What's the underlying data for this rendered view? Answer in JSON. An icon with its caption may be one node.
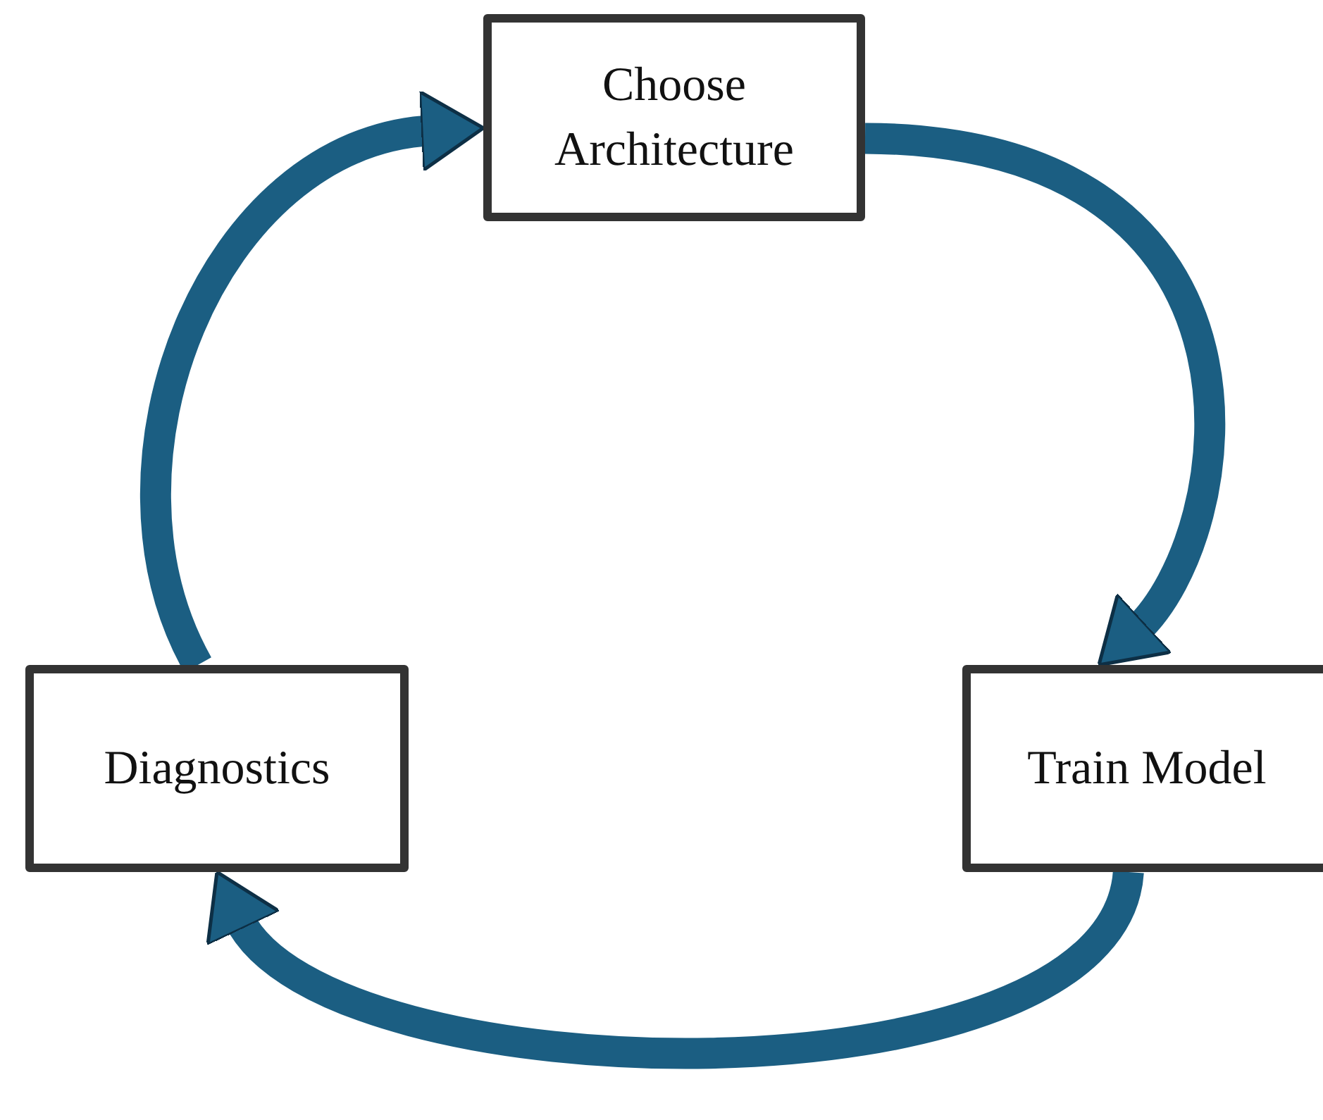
{
  "diagram": {
    "nodes": [
      {
        "text": [
          "Choose Architecture"
        ]
      },
      {
        "text": [
          "Train Model"
        ]
      },
      {
        "text": [
          "Diagnostics"
        ]
      }
    ],
    "edges": [
      {
        "from": 0,
        "to": 1,
        "arrow": "to"
      },
      {
        "from": 1,
        "to": 2,
        "arrow": "to"
      },
      {
        "from": 2,
        "to": 0,
        "arrow": "to"
      }
    ]
  }
}
